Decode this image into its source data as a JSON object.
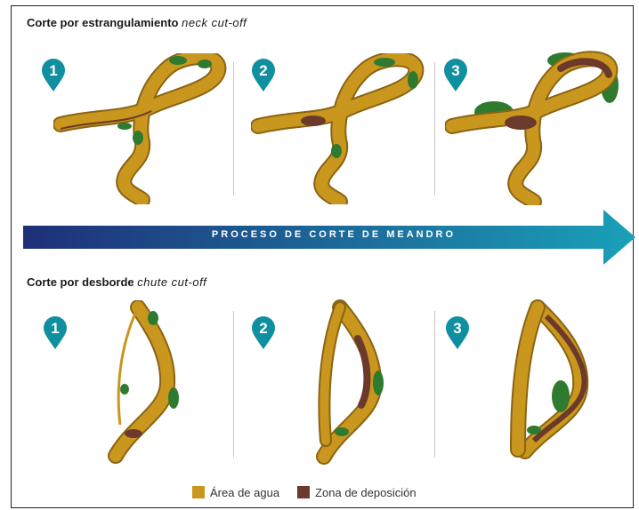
{
  "top_title": {
    "main": "Corte por estrangulamiento",
    "italic": "neck cut-off"
  },
  "bottom_title": {
    "main": "Corte por desborde",
    "italic": "chute cut-off"
  },
  "arrow_label": "PROCESO DE CORTE DE MEANDRO",
  "steps": [
    "1",
    "2",
    "3"
  ],
  "legend": [
    {
      "label": "Área de agua",
      "color": "#c9961e"
    },
    {
      "label": "Zona de deposición",
      "color": "#6b3a2a"
    }
  ],
  "colors": {
    "water": "#c9961e",
    "water_edge": "#8a6412",
    "deposition": "#6b3a2a",
    "vegetation": "#2e7a2e",
    "pin": "#0f8fa0",
    "arrow_start": "#1e2f78",
    "arrow_end": "#1aa0b8"
  }
}
